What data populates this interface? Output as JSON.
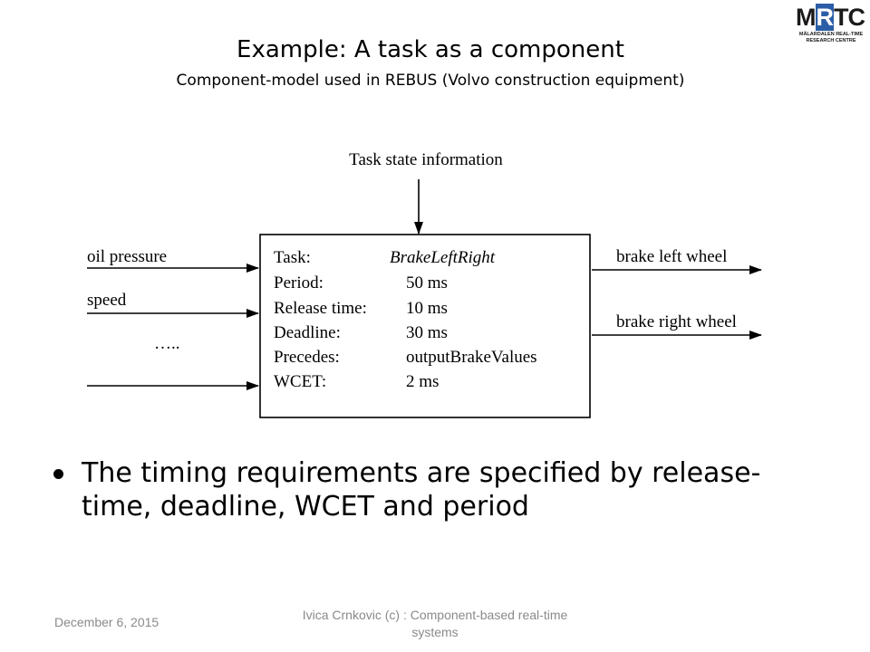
{
  "logo": {
    "mark_m": "M",
    "mark_r": "R",
    "mark_tc": "TC",
    "subtitle": "MÄLARDALEN REAL-TIME\nRESEARCH CENTRE",
    "accent_color": "#2b5ea7"
  },
  "title": "Example: A task as a component",
  "subtitle": "Component-model used in REBUS (Volvo construction equipment)",
  "diagram": {
    "top_input": "Task state information",
    "inputs": [
      "oil pressure",
      "speed",
      "…..",
      ""
    ],
    "outputs": [
      "brake left wheel",
      "brake right wheel"
    ],
    "task_fields": [
      {
        "label": "Task:",
        "value": "BrakeLeftRight"
      },
      {
        "label": "Period:",
        "value": "50 ms"
      },
      {
        "label": "Release time:",
        "value": "10 ms"
      },
      {
        "label": "Deadline:",
        "value": "30 ms"
      },
      {
        "label": "Precedes:",
        "value": "outputBrakeValues"
      },
      {
        "label": "WCET:",
        "value": "2 ms"
      }
    ]
  },
  "bullet": "The timing requirements are specified by release-time, deadline, WCET and period",
  "footer": {
    "date": "December 6, 2015",
    "credit": "Ivica Crnkovic (c) : Component-based real-time systems"
  }
}
